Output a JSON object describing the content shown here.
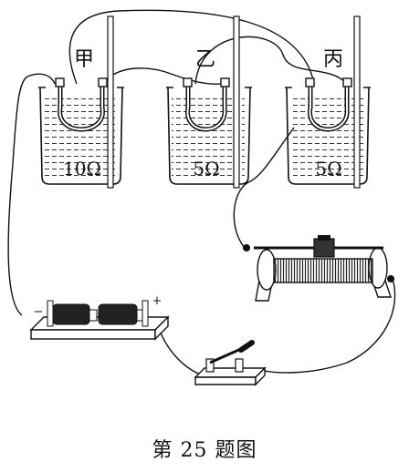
{
  "beakers": [
    {
      "name": "甲",
      "resistance": "10Ω"
    },
    {
      "name": "乙",
      "resistance": "5Ω"
    },
    {
      "name": "丙",
      "resistance": "5Ω"
    }
  ],
  "battery": {
    "negative": "−",
    "positive": "+"
  },
  "caption": "第 25 题图"
}
